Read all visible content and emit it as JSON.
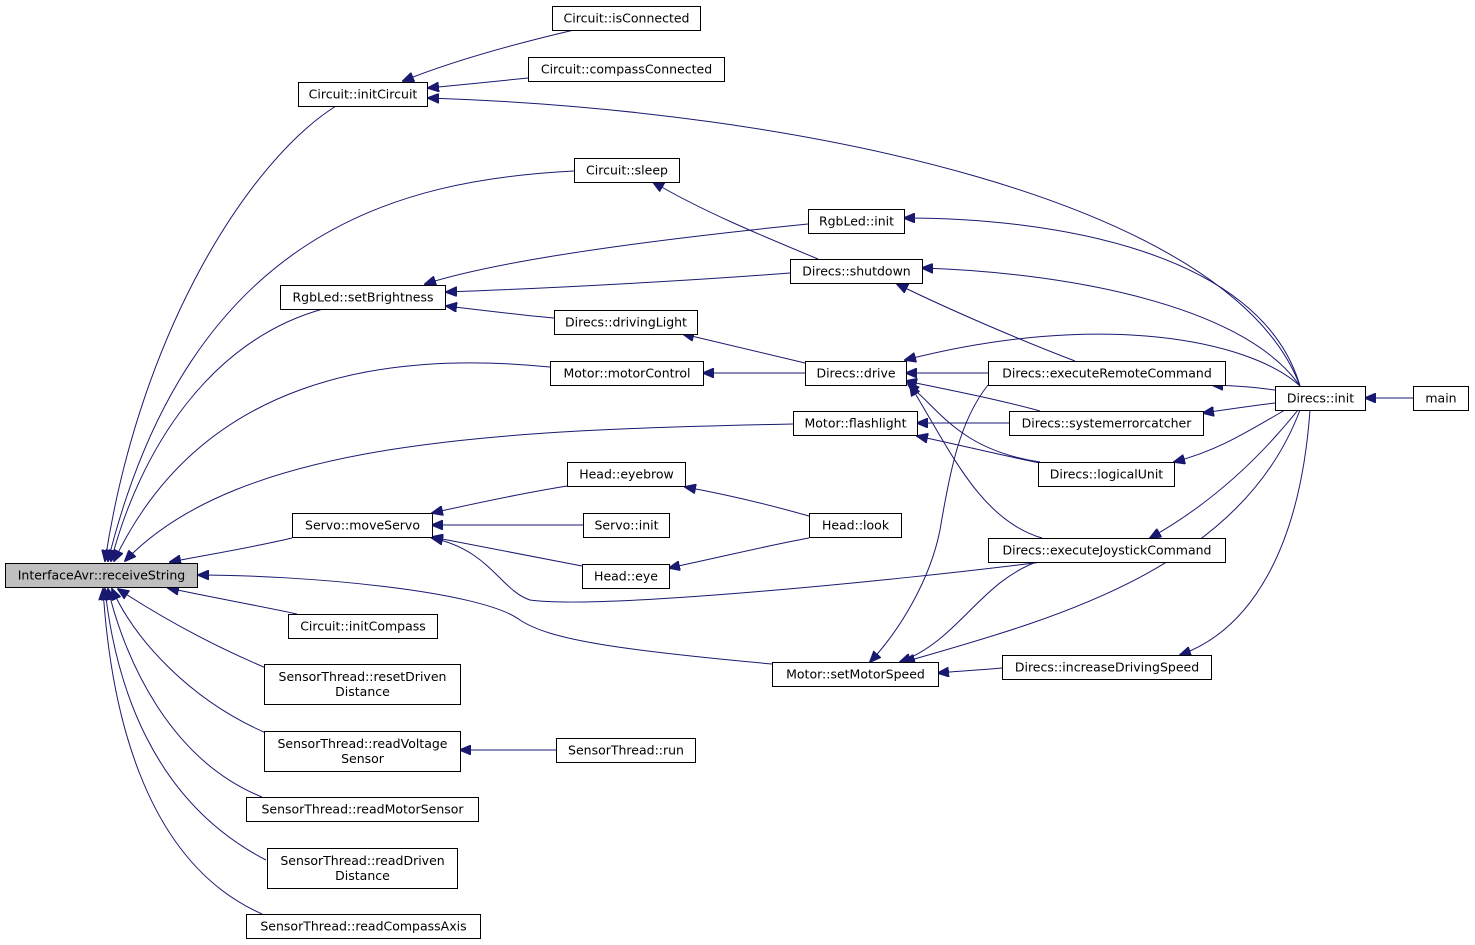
{
  "graph": {
    "edge_color": "#191970",
    "root_fill": "#bfbfbf",
    "node_fill": "#ffffff",
    "nodes": {
      "receive": {
        "lines": [
          "InterfaceAvr::receiveString"
        ],
        "root": true
      },
      "initCircuit": {
        "lines": [
          "Circuit::initCircuit"
        ]
      },
      "isConnected": {
        "lines": [
          "Circuit::isConnected"
        ]
      },
      "compassConnected": {
        "lines": [
          "Circuit::compassConnected"
        ]
      },
      "sleep": {
        "lines": [
          "Circuit::sleep"
        ]
      },
      "rgbInit": {
        "lines": [
          "RgbLed::init"
        ]
      },
      "shutdown": {
        "lines": [
          "Direcs::shutdown"
        ]
      },
      "setBrightness": {
        "lines": [
          "RgbLed::setBrightness"
        ]
      },
      "drivingLight": {
        "lines": [
          "Direcs::drivingLight"
        ]
      },
      "motorControl": {
        "lines": [
          "Motor::motorControl"
        ]
      },
      "drive": {
        "lines": [
          "Direcs::drive"
        ]
      },
      "execRemote": {
        "lines": [
          "Direcs::executeRemoteCommand"
        ]
      },
      "direcsInit": {
        "lines": [
          "Direcs::init"
        ]
      },
      "main": {
        "lines": [
          "main"
        ]
      },
      "flashlight": {
        "lines": [
          "Motor::flashlight"
        ]
      },
      "syserr": {
        "lines": [
          "Direcs::systemerrorcatcher"
        ]
      },
      "logicalUnit": {
        "lines": [
          "Direcs::logicalUnit"
        ]
      },
      "eyebrow": {
        "lines": [
          "Head::eyebrow"
        ]
      },
      "moveServo": {
        "lines": [
          "Servo::moveServo"
        ]
      },
      "servoInit": {
        "lines": [
          "Servo::init"
        ]
      },
      "look": {
        "lines": [
          "Head::look"
        ]
      },
      "eye": {
        "lines": [
          "Head::eye"
        ]
      },
      "execJoystick": {
        "lines": [
          "Direcs::executeJoystickCommand"
        ]
      },
      "initCompass": {
        "lines": [
          "Circuit::initCompass"
        ]
      },
      "setMotorSpeed": {
        "lines": [
          "Motor::setMotorSpeed"
        ]
      },
      "incSpeed": {
        "lines": [
          "Direcs::increaseDrivingSpeed"
        ]
      },
      "resetDriven": {
        "lines": [
          "SensorThread::resetDriven",
          "Distance"
        ]
      },
      "readVoltage": {
        "lines": [
          "SensorThread::readVoltage",
          "Sensor"
        ]
      },
      "run": {
        "lines": [
          "SensorThread::run"
        ]
      },
      "readMotor": {
        "lines": [
          "SensorThread::readMotorSensor"
        ]
      },
      "readDriven": {
        "lines": [
          "SensorThread::readDriven",
          "Distance"
        ]
      },
      "readCompass": {
        "lines": [
          "SensorThread::readCompassAxis"
        ]
      }
    },
    "edges": [
      [
        "initCircuit",
        "receive"
      ],
      [
        "sleep",
        "receive"
      ],
      [
        "setBrightness",
        "receive"
      ],
      [
        "motorControl",
        "receive"
      ],
      [
        "flashlight",
        "receive"
      ],
      [
        "moveServo",
        "receive"
      ],
      [
        "setMotorSpeed",
        "receive"
      ],
      [
        "initCompass",
        "receive"
      ],
      [
        "resetDriven",
        "receive"
      ],
      [
        "readVoltage",
        "receive"
      ],
      [
        "readMotor",
        "receive"
      ],
      [
        "readDriven",
        "receive"
      ],
      [
        "readCompass",
        "receive"
      ],
      [
        "isConnected",
        "initCircuit"
      ],
      [
        "compassConnected",
        "initCircuit"
      ],
      [
        "direcsInit",
        "initCircuit"
      ],
      [
        "shutdown",
        "sleep"
      ],
      [
        "rgbInit",
        "setBrightness"
      ],
      [
        "shutdown",
        "setBrightness"
      ],
      [
        "drivingLight",
        "setBrightness"
      ],
      [
        "direcsInit",
        "rgbInit"
      ],
      [
        "direcsInit",
        "shutdown"
      ],
      [
        "execRemote",
        "shutdown"
      ],
      [
        "drive",
        "drivingLight"
      ],
      [
        "drive",
        "motorControl"
      ],
      [
        "execRemote",
        "drive"
      ],
      [
        "syserr",
        "drive"
      ],
      [
        "logicalUnit",
        "drive"
      ],
      [
        "execJoystick",
        "drive"
      ],
      [
        "direcsInit",
        "drive"
      ],
      [
        "direcsInit",
        "execRemote"
      ],
      [
        "direcsInit",
        "syserr"
      ],
      [
        "direcsInit",
        "logicalUnit"
      ],
      [
        "direcsInit",
        "execJoystick"
      ],
      [
        "direcsInit",
        "incSpeed"
      ],
      [
        "main",
        "direcsInit"
      ],
      [
        "syserr",
        "flashlight"
      ],
      [
        "logicalUnit",
        "flashlight"
      ],
      [
        "eyebrow",
        "moveServo"
      ],
      [
        "servoInit",
        "moveServo"
      ],
      [
        "eye",
        "moveServo"
      ],
      [
        "execJoystick",
        "moveServo"
      ],
      [
        "look",
        "eyebrow"
      ],
      [
        "look",
        "eye"
      ],
      [
        "execRemote",
        "setMotorSpeed"
      ],
      [
        "execJoystick",
        "setMotorSpeed"
      ],
      [
        "incSpeed",
        "setMotorSpeed"
      ],
      [
        "direcsInit",
        "setMotorSpeed"
      ],
      [
        "run",
        "readVoltage"
      ]
    ]
  }
}
